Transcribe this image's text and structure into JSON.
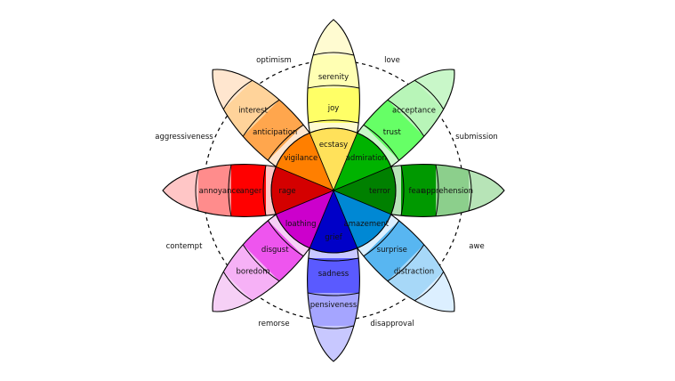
{
  "diagram": {
    "colors": {
      "outline": "#000000",
      "dashed_circle": "#000000",
      "background": "#ffffff"
    },
    "petals": [
      {
        "id": "top",
        "outer_label": "serenity",
        "middle_label": "joy",
        "inner_label": "ecstasy",
        "colors": [
          "#ffffb3",
          "#ffff66",
          "#ffe15a"
        ]
      },
      {
        "id": "top-right",
        "outer_label": "acceptance",
        "middle_label": "trust",
        "inner_label": "admiration",
        "colors": [
          "#b8f5b8",
          "#66ff66",
          "#00b300"
        ]
      },
      {
        "id": "right",
        "outer_label": "apprehension",
        "middle_label": "fear",
        "inner_label": "terror",
        "colors": [
          "#8ccf8c",
          "#009900",
          "#008000"
        ]
      },
      {
        "id": "bottom-right",
        "outer_label": "distraction",
        "middle_label": "surprise",
        "inner_label": "amazement",
        "colors": [
          "#a7d8f8",
          "#58b6f1",
          "#0088d4"
        ]
      },
      {
        "id": "bottom",
        "outer_label": "pensiveness",
        "middle_label": "sadness",
        "inner_label": "grief",
        "colors": [
          "#a5a5ff",
          "#5a5aff",
          "#0000c8"
        ]
      },
      {
        "id": "bottom-left",
        "outer_label": "boredom",
        "middle_label": "disgust",
        "inner_label": "loathing",
        "colors": [
          "#f6b1f6",
          "#ee55ee",
          "#cc00cc"
        ]
      },
      {
        "id": "left",
        "outer_label": "annoyance",
        "middle_label": "anger",
        "inner_label": "rage",
        "colors": [
          "#ff8c8c",
          "#ff0000",
          "#d40000"
        ]
      },
      {
        "id": "top-left",
        "outer_label": "interest",
        "middle_label": "anticipation",
        "inner_label": "vigilance",
        "colors": [
          "#ffd39a",
          "#ffa64d",
          "#ff7f00"
        ]
      }
    ],
    "tip_colors": [
      "#fffbd1",
      "#c9f7c9",
      "#b7e4b7",
      "#dcefff",
      "#c8c8ff",
      "#f6d0f6",
      "#ffc6c6",
      "#ffe6cf"
    ],
    "combinations": [
      {
        "id": "optimism",
        "label": "optimism"
      },
      {
        "id": "love",
        "label": "love"
      },
      {
        "id": "submission",
        "label": "submission"
      },
      {
        "id": "awe",
        "label": "awe"
      },
      {
        "id": "disapproval",
        "label": "disapproval"
      },
      {
        "id": "remorse",
        "label": "remorse"
      },
      {
        "id": "contempt",
        "label": "contempt"
      },
      {
        "id": "aggressiveness",
        "label": "aggressiveness"
      }
    ]
  }
}
